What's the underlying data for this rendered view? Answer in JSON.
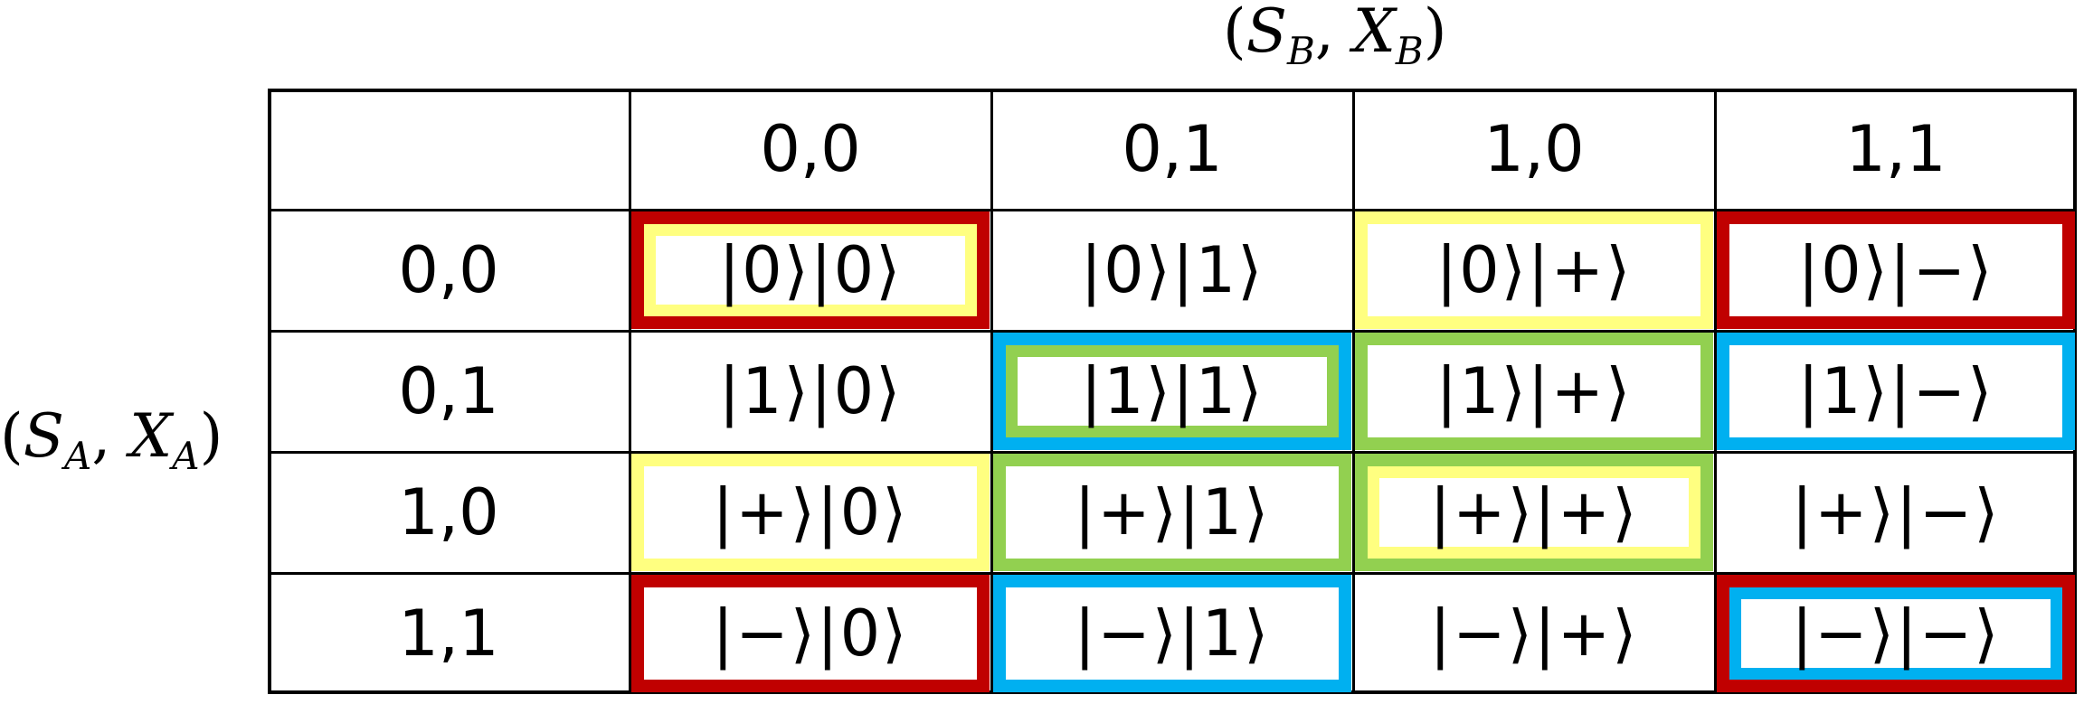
{
  "col_axis_label": {
    "var1": "S",
    "sub1": "B",
    "var2": "X",
    "sub2": "B"
  },
  "row_axis_label": {
    "var1": "S",
    "sub1": "A",
    "var2": "X",
    "sub2": "A"
  },
  "column_headers": [
    "0,0",
    "0,1",
    "1,0",
    "1,1"
  ],
  "row_headers": [
    "0,0",
    "0,1",
    "1,0",
    "1,1"
  ],
  "cells": [
    [
      "|0⟩|0⟩",
      "|0⟩|1⟩",
      "|0⟩|+⟩",
      "|0⟩|−⟩"
    ],
    [
      "|1⟩|0⟩",
      "|1⟩|1⟩",
      "|1⟩|+⟩",
      "|1⟩|−⟩"
    ],
    [
      "|+⟩|0⟩",
      "|+⟩|1⟩",
      "|+⟩|+⟩",
      "|+⟩|−⟩"
    ],
    [
      "|−⟩|0⟩",
      "|−⟩|1⟩",
      "|−⟩|+⟩",
      "|−⟩|−⟩"
    ]
  ],
  "highlight_colors": {
    "red": "#c00000",
    "yellow": "#ffff80",
    "blue": "#00b0f0",
    "green": "#92d050"
  },
  "highlights": [
    {
      "row": 0,
      "col": 0,
      "color": "red",
      "level": 0
    },
    {
      "row": 0,
      "col": 0,
      "color": "yellow",
      "level": 1
    },
    {
      "row": 0,
      "col": 2,
      "color": "yellow",
      "level": 0
    },
    {
      "row": 0,
      "col": 3,
      "color": "red",
      "level": 0
    },
    {
      "row": 1,
      "col": 1,
      "color": "blue",
      "level": 0
    },
    {
      "row": 1,
      "col": 1,
      "color": "green",
      "level": 1
    },
    {
      "row": 1,
      "col": 2,
      "color": "green",
      "level": 0
    },
    {
      "row": 1,
      "col": 3,
      "color": "blue",
      "level": 0
    },
    {
      "row": 2,
      "col": 0,
      "color": "yellow",
      "level": 0
    },
    {
      "row": 2,
      "col": 1,
      "color": "green",
      "level": 0
    },
    {
      "row": 2,
      "col": 2,
      "color": "green",
      "level": 0
    },
    {
      "row": 2,
      "col": 2,
      "color": "yellow",
      "level": 1
    },
    {
      "row": 3,
      "col": 0,
      "color": "red",
      "level": 0
    },
    {
      "row": 3,
      "col": 1,
      "color": "blue",
      "level": 0
    },
    {
      "row": 3,
      "col": 3,
      "color": "red",
      "level": 0
    },
    {
      "row": 3,
      "col": 3,
      "color": "blue",
      "level": 1
    }
  ]
}
